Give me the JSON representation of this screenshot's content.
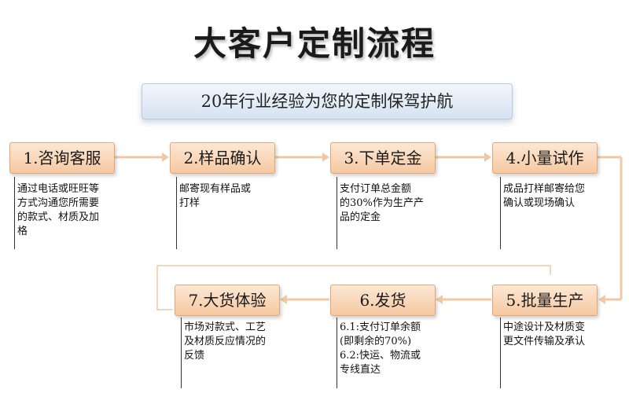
{
  "title": "大客户定制流程",
  "subtitle": "20年行业经验为您的定制保驾护航",
  "colors": {
    "step_fill": "#f6c8a0",
    "step_border": "#e3a676",
    "connector": "#f0c9a4",
    "subtitle_fill": "#d6e2f2"
  },
  "steps": [
    {
      "label": "1.咨询客服",
      "desc": [
        "通过电话或旺旺等",
        "方式沟通您所需要",
        "的款式、材质及加",
        "格"
      ]
    },
    {
      "label": "2.样品确认",
      "desc": [
        "邮寄现有样品或",
        "打样"
      ]
    },
    {
      "label": "3.下单定金",
      "desc": [
        "支付订单总金额",
        "的30%作为生产产",
        "品的定金"
      ]
    },
    {
      "label": "4.小量试作",
      "desc": [
        "成品打样邮寄给您",
        "确认或现场确认"
      ]
    },
    {
      "label": "5.批量生产",
      "desc": [
        "中途设计及材质变",
        "更文件传输及承认"
      ]
    },
    {
      "label": "6.发货",
      "desc": [
        "6.1:支付订单余额",
        "(即剩余的70%)",
        "6.2:快运、物流或",
        "专线直达"
      ]
    },
    {
      "label": "7.大货体验",
      "desc": [
        "市场对款式、工艺",
        "及材质反应情况的",
        "反馈"
      ]
    }
  ]
}
